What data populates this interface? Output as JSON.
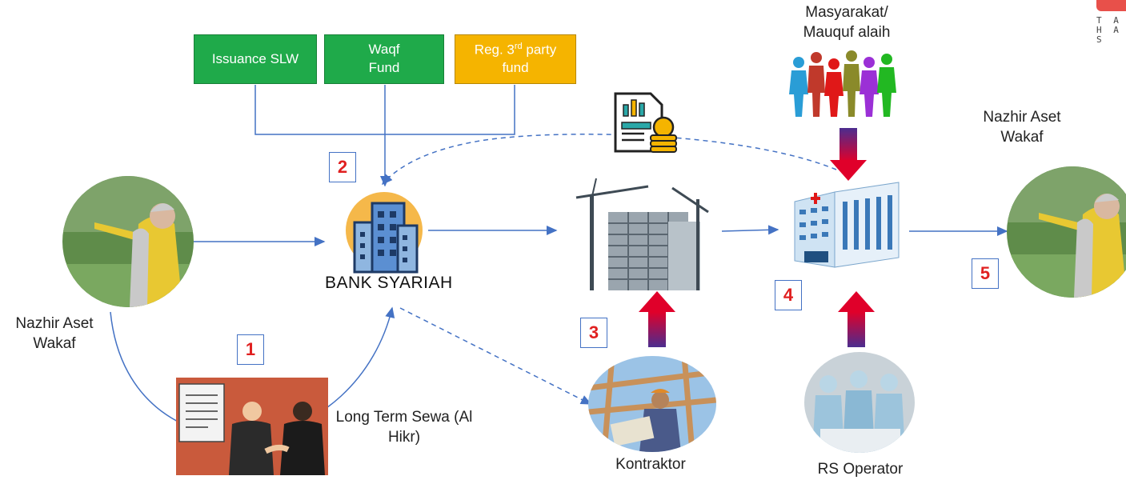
{
  "boxes": {
    "issuance": "Issuance SLW",
    "waqf": "Waqf\nFund",
    "reg_prefix": "Reg. 3",
    "reg_sup": "rd",
    "reg_suffix": " party\nfund"
  },
  "labels": {
    "bank": "BANK SYARIAH",
    "nazhir_left": "Nazhir Aset\nWakaf",
    "nazhir_right": "Nazhir Aset\nWakaf",
    "community": "Masyarakat/\nMauquf alaih",
    "lease": "Long Term Sewa (Al\nHikr)",
    "contractor": "Kontraktor",
    "operator": "RS Operator",
    "logo_line1": "T A",
    "logo_line2": "H A S"
  },
  "steps": [
    "1",
    "2",
    "3",
    "4",
    "5"
  ],
  "colors": {
    "green": "#1faa4a",
    "gold": "#f5b400",
    "arrow_blue": "#4472c4",
    "step_red": "#e02020",
    "grad_purple": "#4b2d8f",
    "grad_red": "#e0002a",
    "logo_red": "#e8504a"
  },
  "icons": [
    "person-photo",
    "bank-building-icon",
    "construction-icon",
    "report-coins-icon",
    "hospital-icon",
    "crowd-icon",
    "contract-handshake-icon",
    "contractor-photo",
    "surgeons-photo"
  ]
}
